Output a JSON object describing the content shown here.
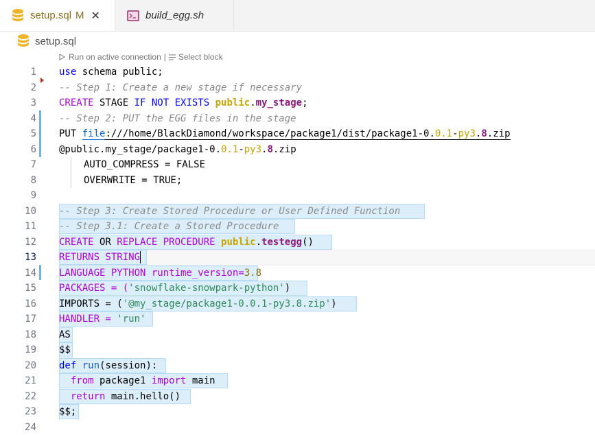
{
  "tabs": [
    {
      "label": "setup.sql",
      "modified": "M",
      "close": "✕",
      "icon": "database-icon"
    },
    {
      "label": "build_egg.sh",
      "icon": "terminal-icon"
    }
  ],
  "breadcrumb": {
    "file": "setup.sql",
    "icon": "database-icon"
  },
  "codelens": {
    "run": "Run on active connection",
    "divider": "|",
    "select": "Select block"
  },
  "colors": {
    "accent": "#0000ff",
    "keyword2": "#af00db",
    "highlight": "#dbeefa",
    "comment": "#8a8a8a"
  },
  "lines": [
    {
      "n": "1",
      "t": [
        "use",
        " schema public;"
      ]
    },
    {
      "n": "2",
      "t": [
        "-- Step 1: Create a new stage if necessary"
      ]
    },
    {
      "n": "3",
      "t": [
        "CREATE",
        " STAGE ",
        "IF NOT EXISTS",
        " ",
        "public",
        ".",
        "my_stage",
        ";"
      ]
    },
    {
      "n": "4",
      "t": [
        "-- Step 2: PUT the EGG files in the stage"
      ]
    },
    {
      "n": "5",
      "t": [
        "PUT ",
        "file",
        ":///home/BlackDiamond/workspace/package1/dist/package1-0.",
        "0.1",
        "-",
        "py3",
        ".",
        "8",
        ".zip"
      ]
    },
    {
      "n": "6",
      "t": [
        "@public.my_stage/package1-0.",
        "0.1",
        "-",
        "py3",
        ".",
        "8",
        ".zip"
      ]
    },
    {
      "n": "7",
      "t": [
        "AUTO_COMPRESS = FALSE"
      ]
    },
    {
      "n": "8",
      "t": [
        "OVERWRITE = TRUE;"
      ]
    },
    {
      "n": "9",
      "t": [
        ""
      ]
    },
    {
      "n": "10",
      "t": [
        "-- Step 3: Create Stored Procedure or User Defined Function"
      ]
    },
    {
      "n": "11",
      "t": [
        "-- Step 3.1: Create a Stored Procedure"
      ]
    },
    {
      "n": "12",
      "t": [
        "CREATE",
        " OR ",
        "REPLACE PROCEDURE",
        " ",
        "public",
        ".",
        "testegg",
        "()"
      ]
    },
    {
      "n": "13",
      "t": [
        "RETURNS STRING"
      ]
    },
    {
      "n": "14",
      "t": [
        "LANGUAGE PYTHON runtime_version=",
        "3.8"
      ]
    },
    {
      "n": "15",
      "t": [
        "PACKAGES = (",
        "'snowflake-snowpark-python'",
        ")"
      ]
    },
    {
      "n": "16",
      "t": [
        "IMPORTS = (",
        "'@my_stage/package1-0.0.1-py3.8.zip'",
        ")"
      ]
    },
    {
      "n": "17",
      "t": [
        "HANDLER = ",
        "'run'"
      ]
    },
    {
      "n": "18",
      "t": [
        "AS"
      ]
    },
    {
      "n": "19",
      "t": [
        "$$"
      ]
    },
    {
      "n": "20",
      "t": [
        "def",
        " ",
        "run",
        "(session):"
      ]
    },
    {
      "n": "21",
      "t": [
        "  ",
        "from",
        " package1 ",
        "import",
        " main"
      ]
    },
    {
      "n": "22",
      "t": [
        "  ",
        "return",
        " main.hello()"
      ]
    },
    {
      "n": "23",
      "t": [
        "$$;"
      ]
    },
    {
      "n": "24",
      "t": [
        ""
      ]
    }
  ]
}
